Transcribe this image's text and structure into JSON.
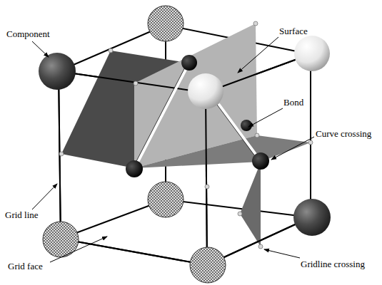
{
  "diagram": {
    "labels": [
      "Component",
      "Surface",
      "Bond",
      "Curve crossing",
      "Grid line",
      "Grid face",
      "Gridline crossing"
    ]
  }
}
